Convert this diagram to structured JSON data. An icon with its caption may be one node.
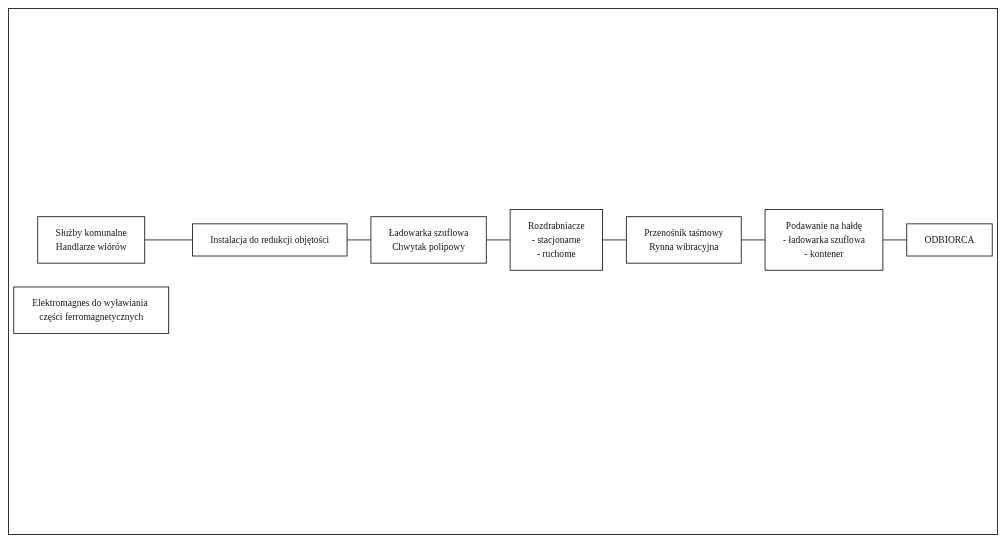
{
  "diagram": {
    "nodes": [
      {
        "text": [
          "Służby komunalne",
          "Handlarze wiórów"
        ]
      },
      {
        "text": [
          "Instalacja do redukcji objętości"
        ]
      },
      {
        "text": [
          "Ładowarka szuflowa",
          "Chwytak polipowy"
        ]
      },
      {
        "text": [
          "Rozdrabniacze",
          "- stacjonarne",
          "- ruchome"
        ]
      },
      {
        "text": [
          "Elektromagnes do wyławiania części ferromagnetycznych"
        ]
      },
      {
        "text": [
          "Przenośnik taśmowy",
          "Rynna wibracyjna"
        ]
      },
      {
        "text": [
          "Podawanie na hałdę",
          "- ładowarka szuflowa",
          "- kontener"
        ]
      },
      {
        "text": [
          "ODBIORCA"
        ]
      }
    ],
    "edges": [
      {
        "from": 0,
        "to": 1,
        "arrow": "none"
      },
      {
        "from": 1,
        "to": 2,
        "arrow": "none"
      },
      {
        "from": 2,
        "to": 3,
        "arrow": "none"
      },
      {
        "from": 3,
        "to": 5,
        "arrow": "none"
      },
      {
        "from": 5,
        "to": 6,
        "arrow": "none"
      },
      {
        "from": 6,
        "to": 7,
        "arrow": "none"
      }
    ]
  }
}
